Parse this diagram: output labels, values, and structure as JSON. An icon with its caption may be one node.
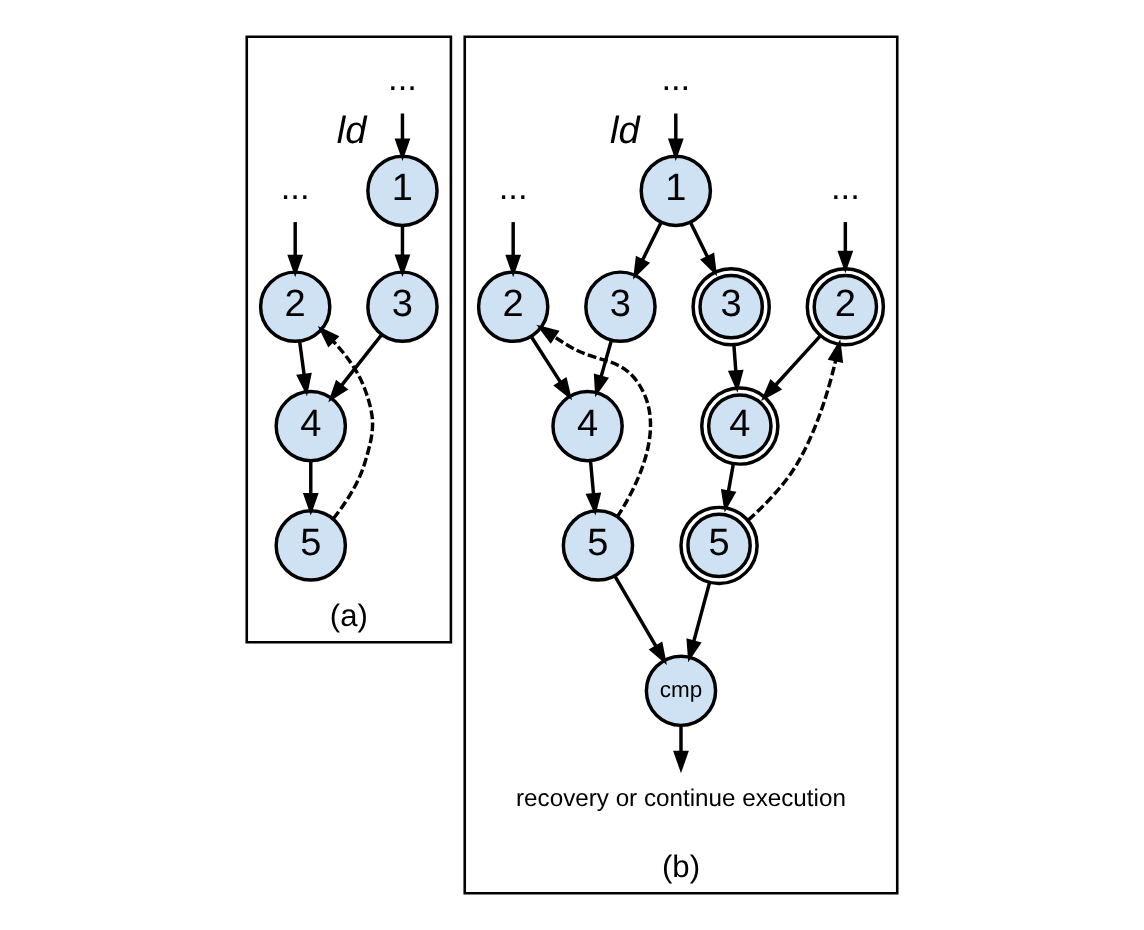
{
  "diagram": {
    "nodes": [
      {
        "text": [
          "(a)"
        ]
      },
      {
        "text": [
          "..."
        ],
        "in": 0
      },
      {
        "text": [
          "..."
        ],
        "in": 0
      },
      {
        "text": [
          "1"
        ],
        "in": 0,
        "beside": [
          "ld"
        ]
      },
      {
        "text": [
          "2"
        ],
        "in": 0
      },
      {
        "text": [
          "3"
        ],
        "in": 0
      },
      {
        "text": [
          "4"
        ],
        "in": 0
      },
      {
        "text": [
          "5"
        ],
        "in": 0
      },
      {
        "text": [
          "(b)"
        ]
      },
      {
        "text": [
          "..."
        ],
        "in": 8
      },
      {
        "text": [
          "..."
        ],
        "in": 8
      },
      {
        "text": [
          "..."
        ],
        "in": 8
      },
      {
        "text": [
          "1"
        ],
        "in": 8,
        "beside": [
          "ld"
        ]
      },
      {
        "text": [
          "2"
        ],
        "in": 8
      },
      {
        "text": [
          "3"
        ],
        "in": 8
      },
      {
        "text": [
          "3"
        ],
        "in": 8
      },
      {
        "text": [
          "2"
        ],
        "in": 8
      },
      {
        "text": [
          "4"
        ],
        "in": 8
      },
      {
        "text": [
          "4"
        ],
        "in": 8
      },
      {
        "text": [
          "5"
        ],
        "in": 8
      },
      {
        "text": [
          "5"
        ],
        "in": 8
      },
      {
        "text": [
          "cmp"
        ],
        "in": 8
      },
      {
        "text": [
          "recovery or continue execution"
        ],
        "in": 8
      }
    ],
    "edges": [
      {
        "from": 1,
        "to": 3,
        "arrow": "to"
      },
      {
        "from": 2,
        "to": 4,
        "arrow": "to"
      },
      {
        "from": 3,
        "to": 5,
        "arrow": "to"
      },
      {
        "from": 4,
        "to": 6,
        "arrow": "to"
      },
      {
        "from": 5,
        "to": 6,
        "arrow": "to"
      },
      {
        "from": 6,
        "to": 7,
        "arrow": "to"
      },
      {
        "from": 7,
        "to": 4,
        "arrow": "to",
        "style": "dashed"
      },
      {
        "from": 9,
        "to": 12,
        "arrow": "to"
      },
      {
        "from": 10,
        "to": 13,
        "arrow": "to"
      },
      {
        "from": 11,
        "to": 16,
        "arrow": "to"
      },
      {
        "from": 12,
        "to": 14,
        "arrow": "to"
      },
      {
        "from": 12,
        "to": 15,
        "arrow": "to"
      },
      {
        "from": 13,
        "to": 17,
        "arrow": "to"
      },
      {
        "from": 14,
        "to": 17,
        "arrow": "to"
      },
      {
        "from": 15,
        "to": 18,
        "arrow": "to"
      },
      {
        "from": 16,
        "to": 18,
        "arrow": "to"
      },
      {
        "from": 17,
        "to": 19,
        "arrow": "to"
      },
      {
        "from": 18,
        "to": 20,
        "arrow": "to"
      },
      {
        "from": 19,
        "to": 13,
        "arrow": "to",
        "style": "dashed"
      },
      {
        "from": 20,
        "to": 16,
        "arrow": "to",
        "style": "dashed"
      },
      {
        "from": 19,
        "to": 21,
        "arrow": "to"
      },
      {
        "from": 20,
        "to": 21,
        "arrow": "to"
      },
      {
        "from": 21,
        "to": 22,
        "arrow": "to"
      }
    ]
  }
}
